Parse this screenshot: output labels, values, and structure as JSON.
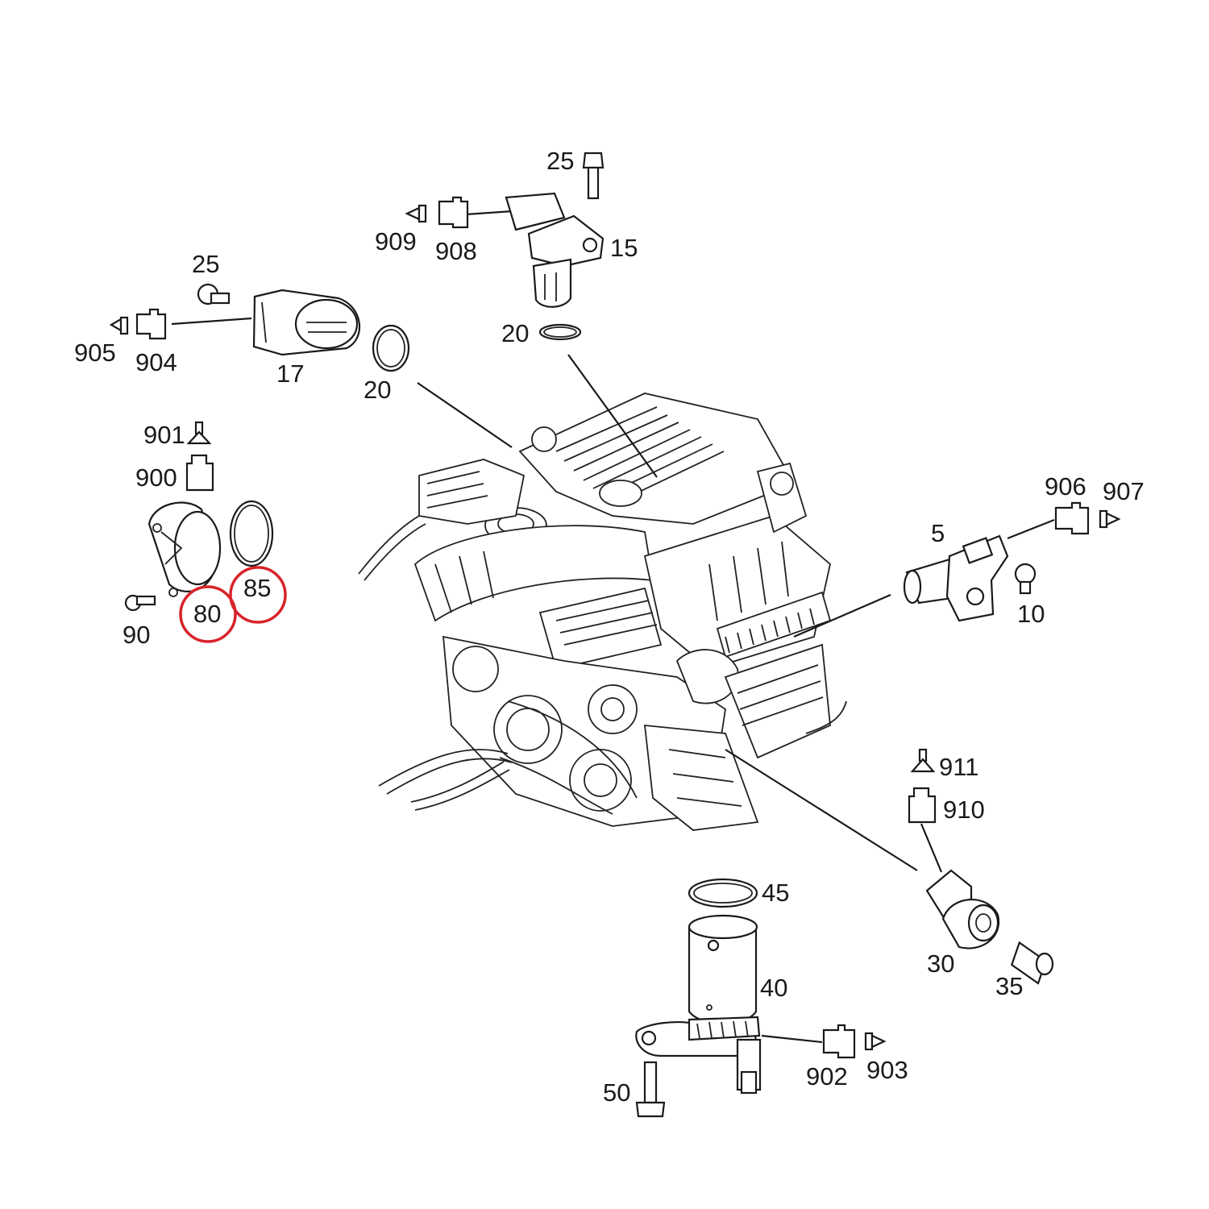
{
  "diagram": {
    "labels": {
      "l25a": "25",
      "l909": "909",
      "l908": "908",
      "l15": "15",
      "l20a": "20",
      "l25b": "25",
      "l905": "905",
      "l904": "904",
      "l17": "17",
      "l20b": "20",
      "l901": "901",
      "l900": "900",
      "l85": "85",
      "l80": "80",
      "l90": "90",
      "l906": "906",
      "l907": "907",
      "l5": "5",
      "l10": "10",
      "l911": "911",
      "l910": "910",
      "l45": "45",
      "l30": "30",
      "l35": "35",
      "l40": "40",
      "l902": "902",
      "l903": "903",
      "l50": "50"
    },
    "highlighted": [
      "80",
      "85"
    ],
    "highlight_color": "#d8232a",
    "line_color": "#1a1a1a"
  }
}
